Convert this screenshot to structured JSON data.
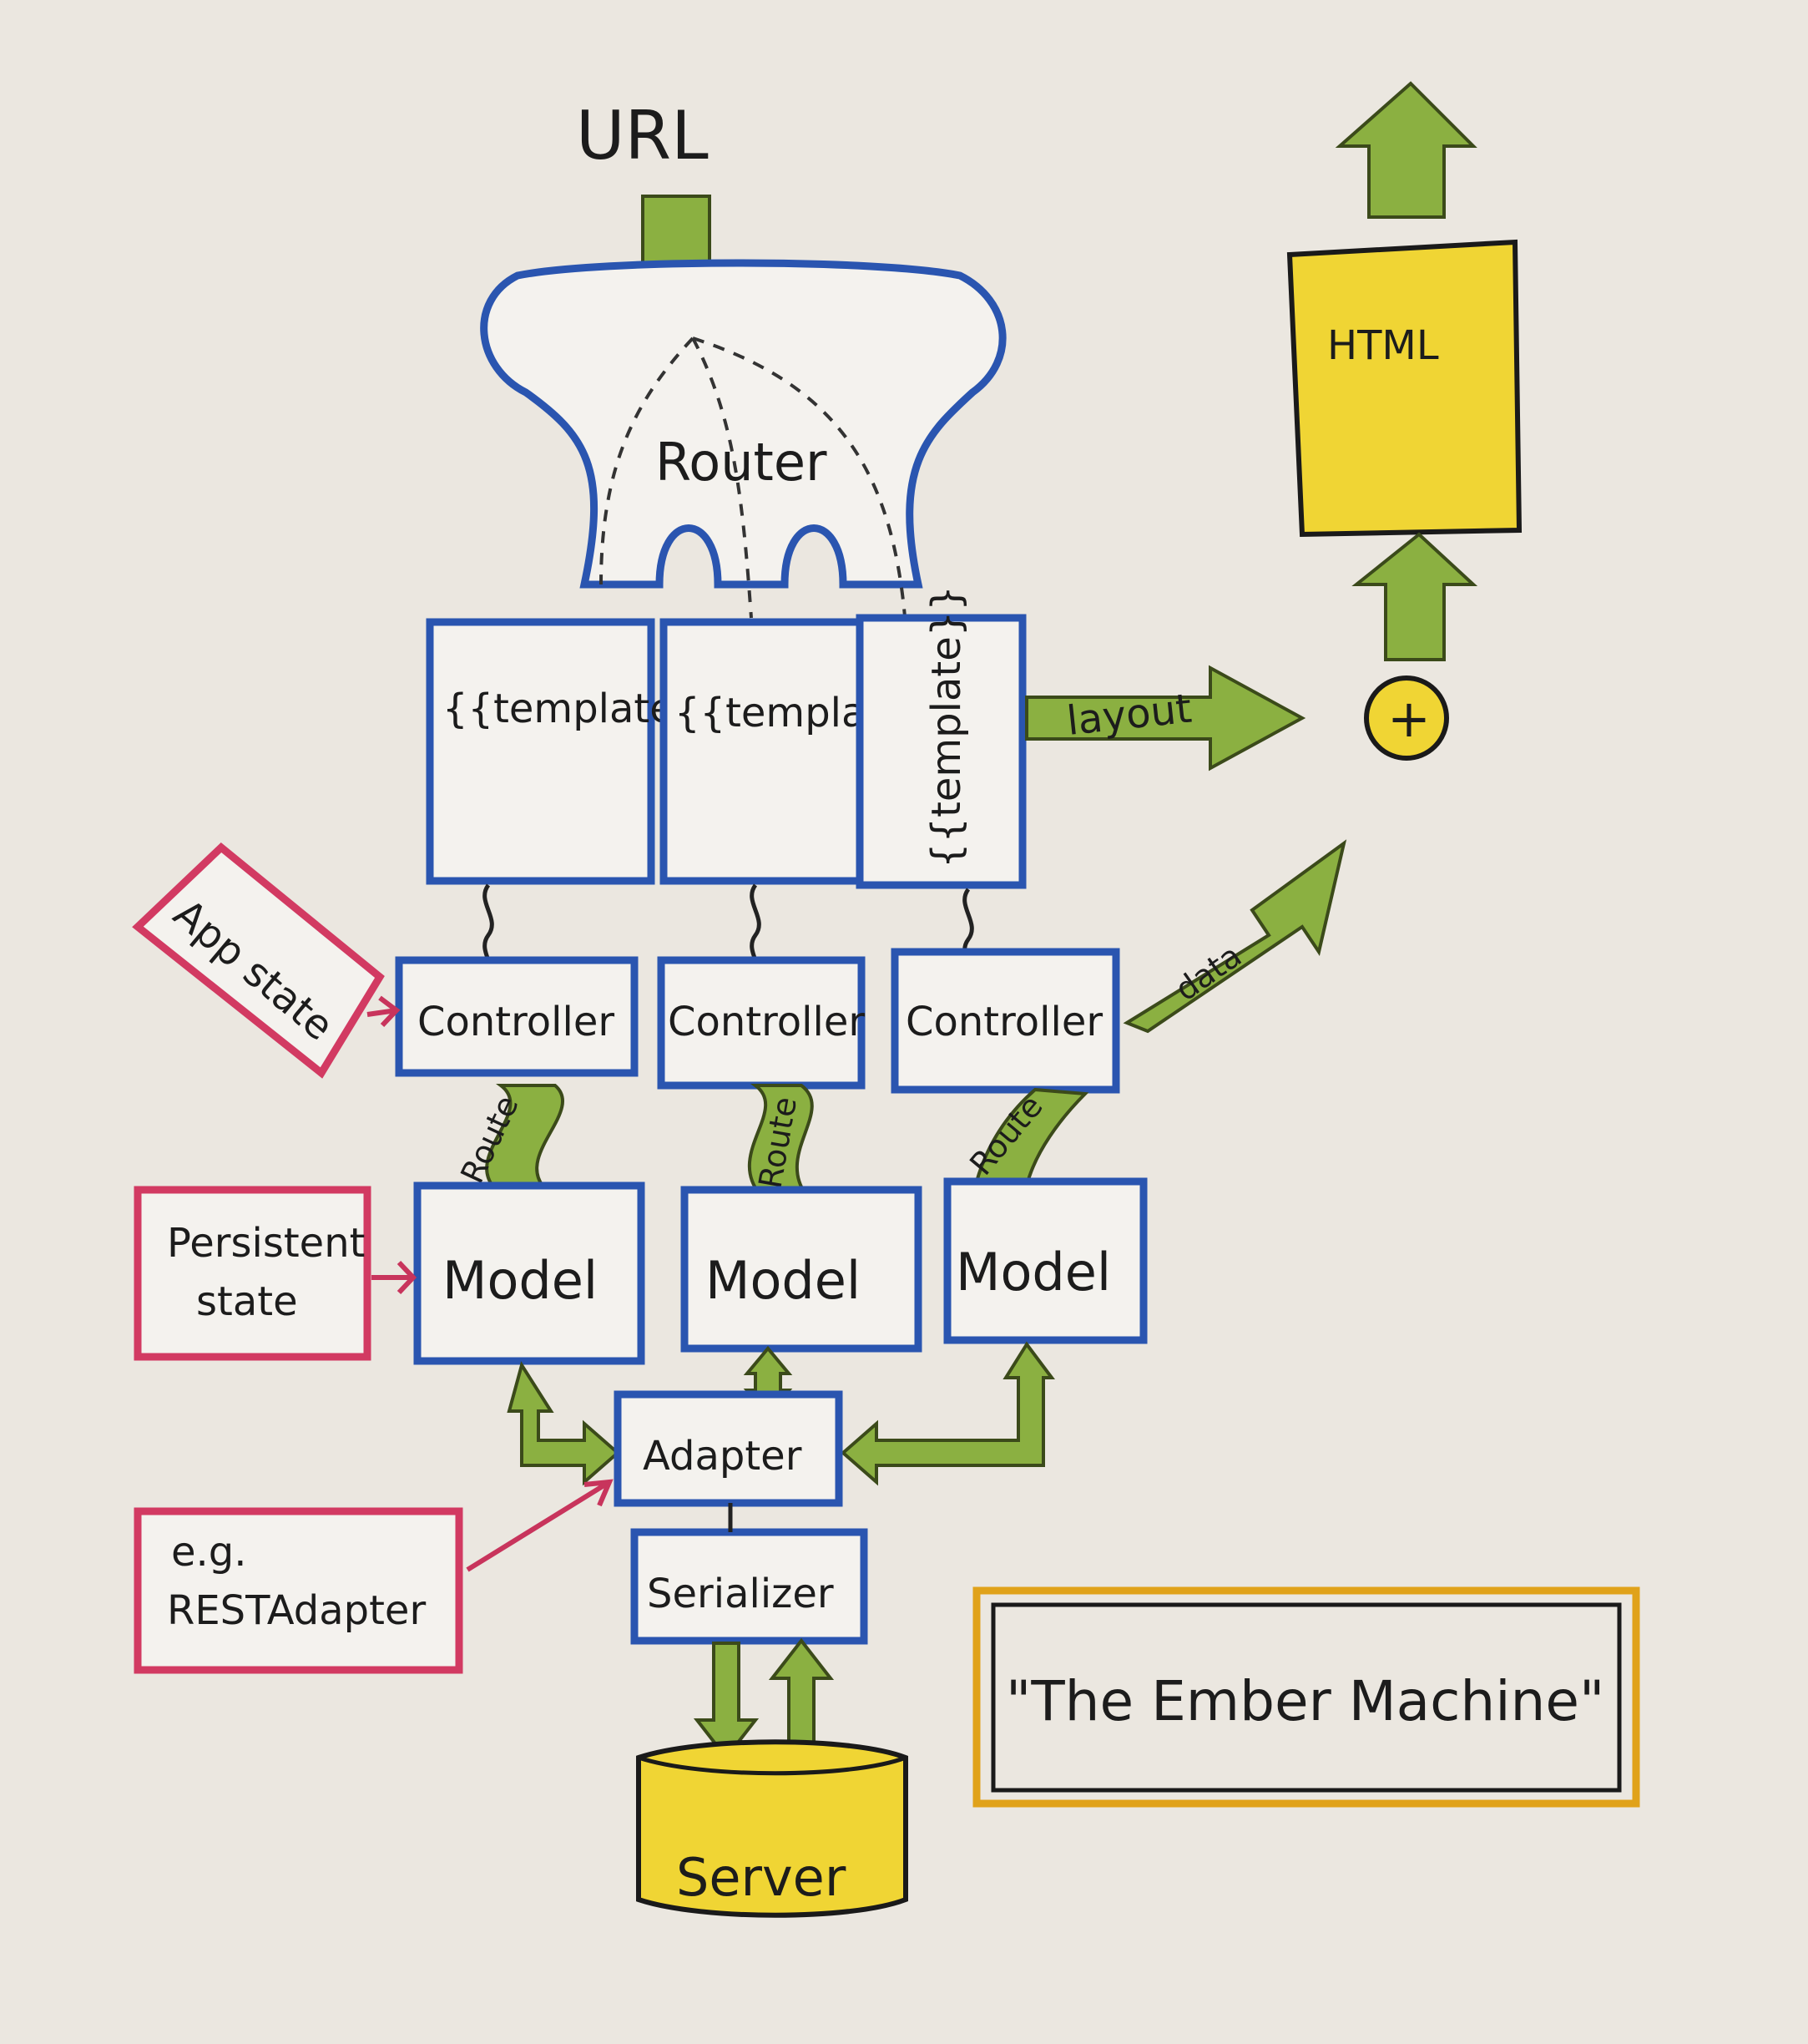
{
  "title": "\"The Ember Machine\"",
  "url_label": "URL",
  "router_label": "Router",
  "html_label": "HTML",
  "plus_label": "+",
  "templates": [
    "{{template}}",
    "{{template}}",
    "{{template}}"
  ],
  "layout_label": "layout",
  "data_label": "data",
  "controllers": [
    "Controller",
    "Controller",
    "Controller"
  ],
  "route_labels": [
    "Route",
    "Route",
    "Route"
  ],
  "models": [
    "Model",
    "Model",
    "Model"
  ],
  "adapter_label": "Adapter",
  "serializer_label": "Serializer",
  "server_label": "Server",
  "notes": {
    "app_state": "App state",
    "persistent_state_line1": "Persistent",
    "persistent_state_line2": "state",
    "rest_adapter_line1": "e.g.",
    "rest_adapter_line2": "RESTAdapter"
  },
  "colors": {
    "box_border": "#2a55b0",
    "note_border": "#d23a62",
    "arrow": "#8bb041",
    "highlight": "#f0d534",
    "title_border": "#e0a21a"
  }
}
